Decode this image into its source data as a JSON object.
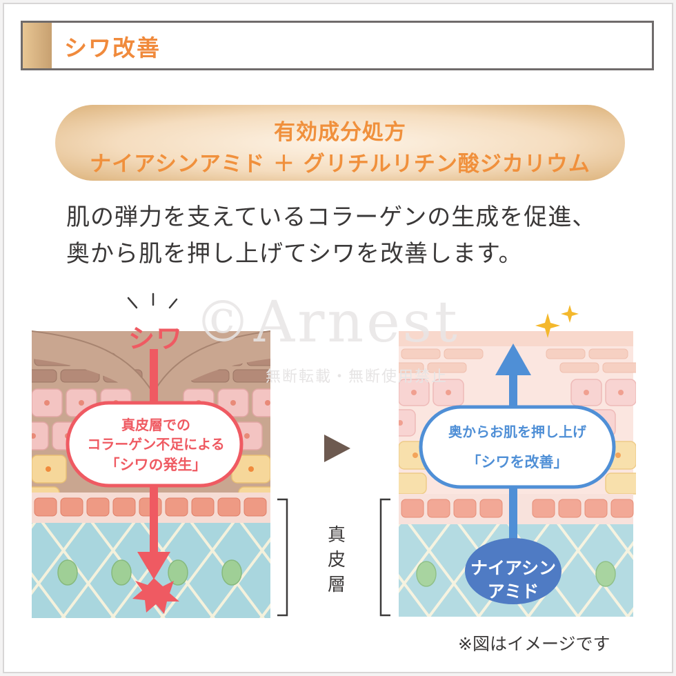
{
  "header": {
    "title": "シワ改善"
  },
  "formula": {
    "line1": "有効成分処方",
    "line2": "ナイアシンアミド ＋ グリチルリチン酸ジカリウム"
  },
  "description": {
    "line1": "肌の弾力を支えているコラーゲンの生成を促進、",
    "line2": "奥から肌を押し上げてシワを改善します。"
  },
  "watermark": {
    "main": "©Arnest",
    "sub": "無断転載・無断使用禁止"
  },
  "left_panel": {
    "label": "シワ",
    "bubble_line1": "真皮層での",
    "bubble_line2": "コラーゲン不足による",
    "bubble_line3": "「シワの発生」"
  },
  "right_panel": {
    "bubble_line1": "奥からお肌を押し上げ",
    "bubble_line2": "「シワを改善」",
    "ingredient_line1": "ナイアシン",
    "ingredient_line2": "アミド"
  },
  "dermis_label": {
    "c1": "真",
    "c2": "皮",
    "c3": "層"
  },
  "note": "※図はイメージです",
  "colors": {
    "accent_orange": "#f08a3c",
    "red": "#ef5a62",
    "blue": "#4f8fd6",
    "dark_blue_ellipse": "#4f7bc4"
  },
  "icons": {
    "arrow_between": "play-triangle-icon",
    "sparkle": "sparkle-icon",
    "impact": "burst-icon"
  }
}
